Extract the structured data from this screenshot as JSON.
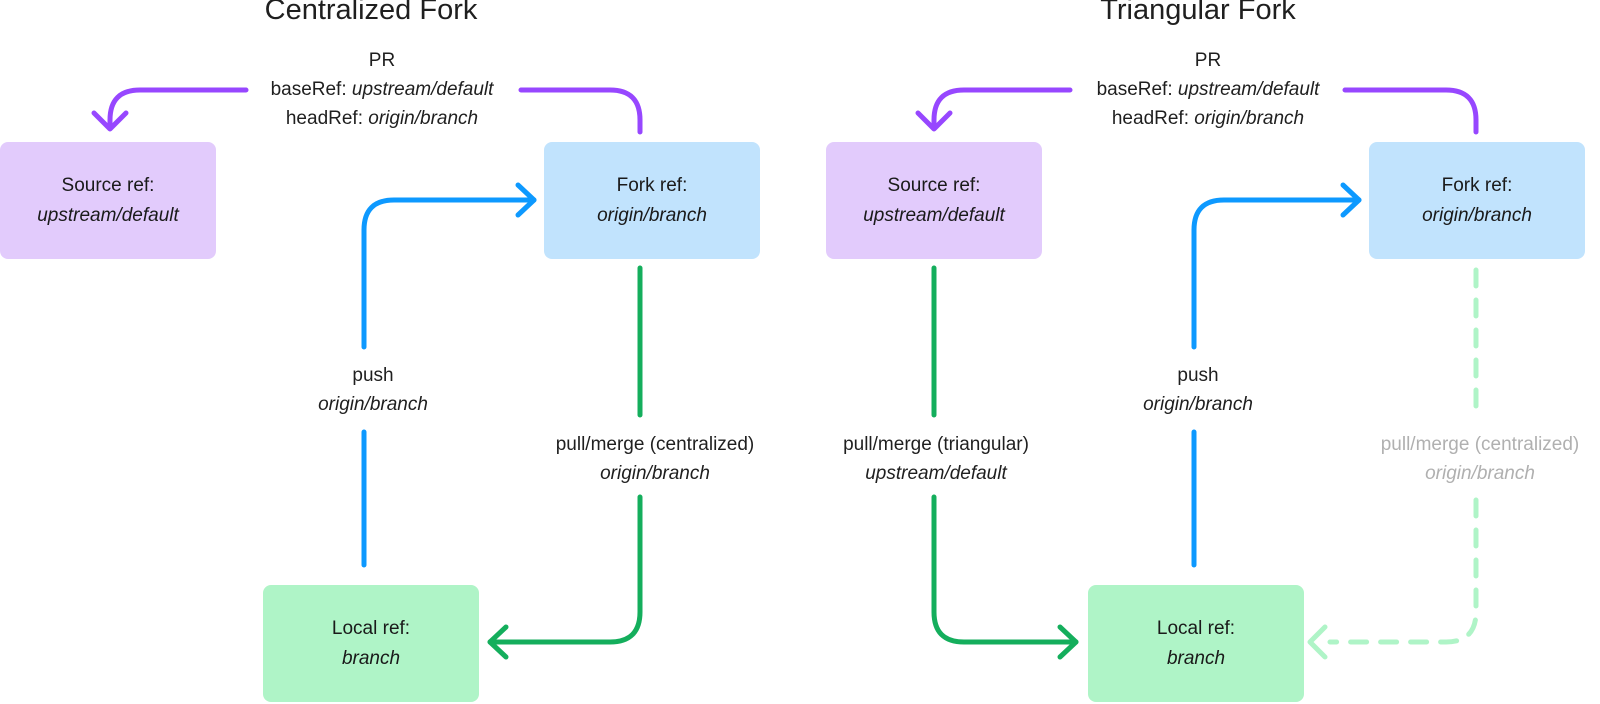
{
  "colors": {
    "pr_arrow": "#9747ff",
    "push_arrow": "#0d99ff",
    "pull_arrow": "#14ae5c",
    "pull_arrow_muted": "#aff4c7",
    "source_box": "#e2cbfc",
    "fork_box": "#c1e3fd",
    "local_box": "#aff4c7",
    "muted_text": "#b0b0b0"
  },
  "diagrams": [
    {
      "title": "Centralized Fork",
      "pr": {
        "label": "PR",
        "base_key": "baseRef:",
        "base_val": "upstream/default",
        "head_key": "headRef:",
        "head_val": "origin/branch"
      },
      "source": {
        "label": "Source ref:",
        "ref": "upstream/default"
      },
      "fork": {
        "label": "Fork ref:",
        "ref": "origin/branch"
      },
      "local": {
        "label": "Local ref:",
        "ref": "branch"
      },
      "push": {
        "label": "push",
        "ref": "origin/branch"
      },
      "pull": {
        "label": "pull/merge (centralized)",
        "ref": "origin/branch"
      }
    },
    {
      "title": "Triangular Fork",
      "pr": {
        "label": "PR",
        "base_key": "baseRef:",
        "base_val": "upstream/default",
        "head_key": "headRef:",
        "head_val": "origin/branch"
      },
      "source": {
        "label": "Source ref:",
        "ref": "upstream/default"
      },
      "fork": {
        "label": "Fork ref:",
        "ref": "origin/branch"
      },
      "local": {
        "label": "Local ref:",
        "ref": "branch"
      },
      "push": {
        "label": "push",
        "ref": "origin/branch"
      },
      "pull": {
        "label": "pull/merge (triangular)",
        "ref": "upstream/default"
      },
      "pull_alt": {
        "label": "pull/merge (centralized)",
        "ref": "origin/branch"
      }
    }
  ]
}
